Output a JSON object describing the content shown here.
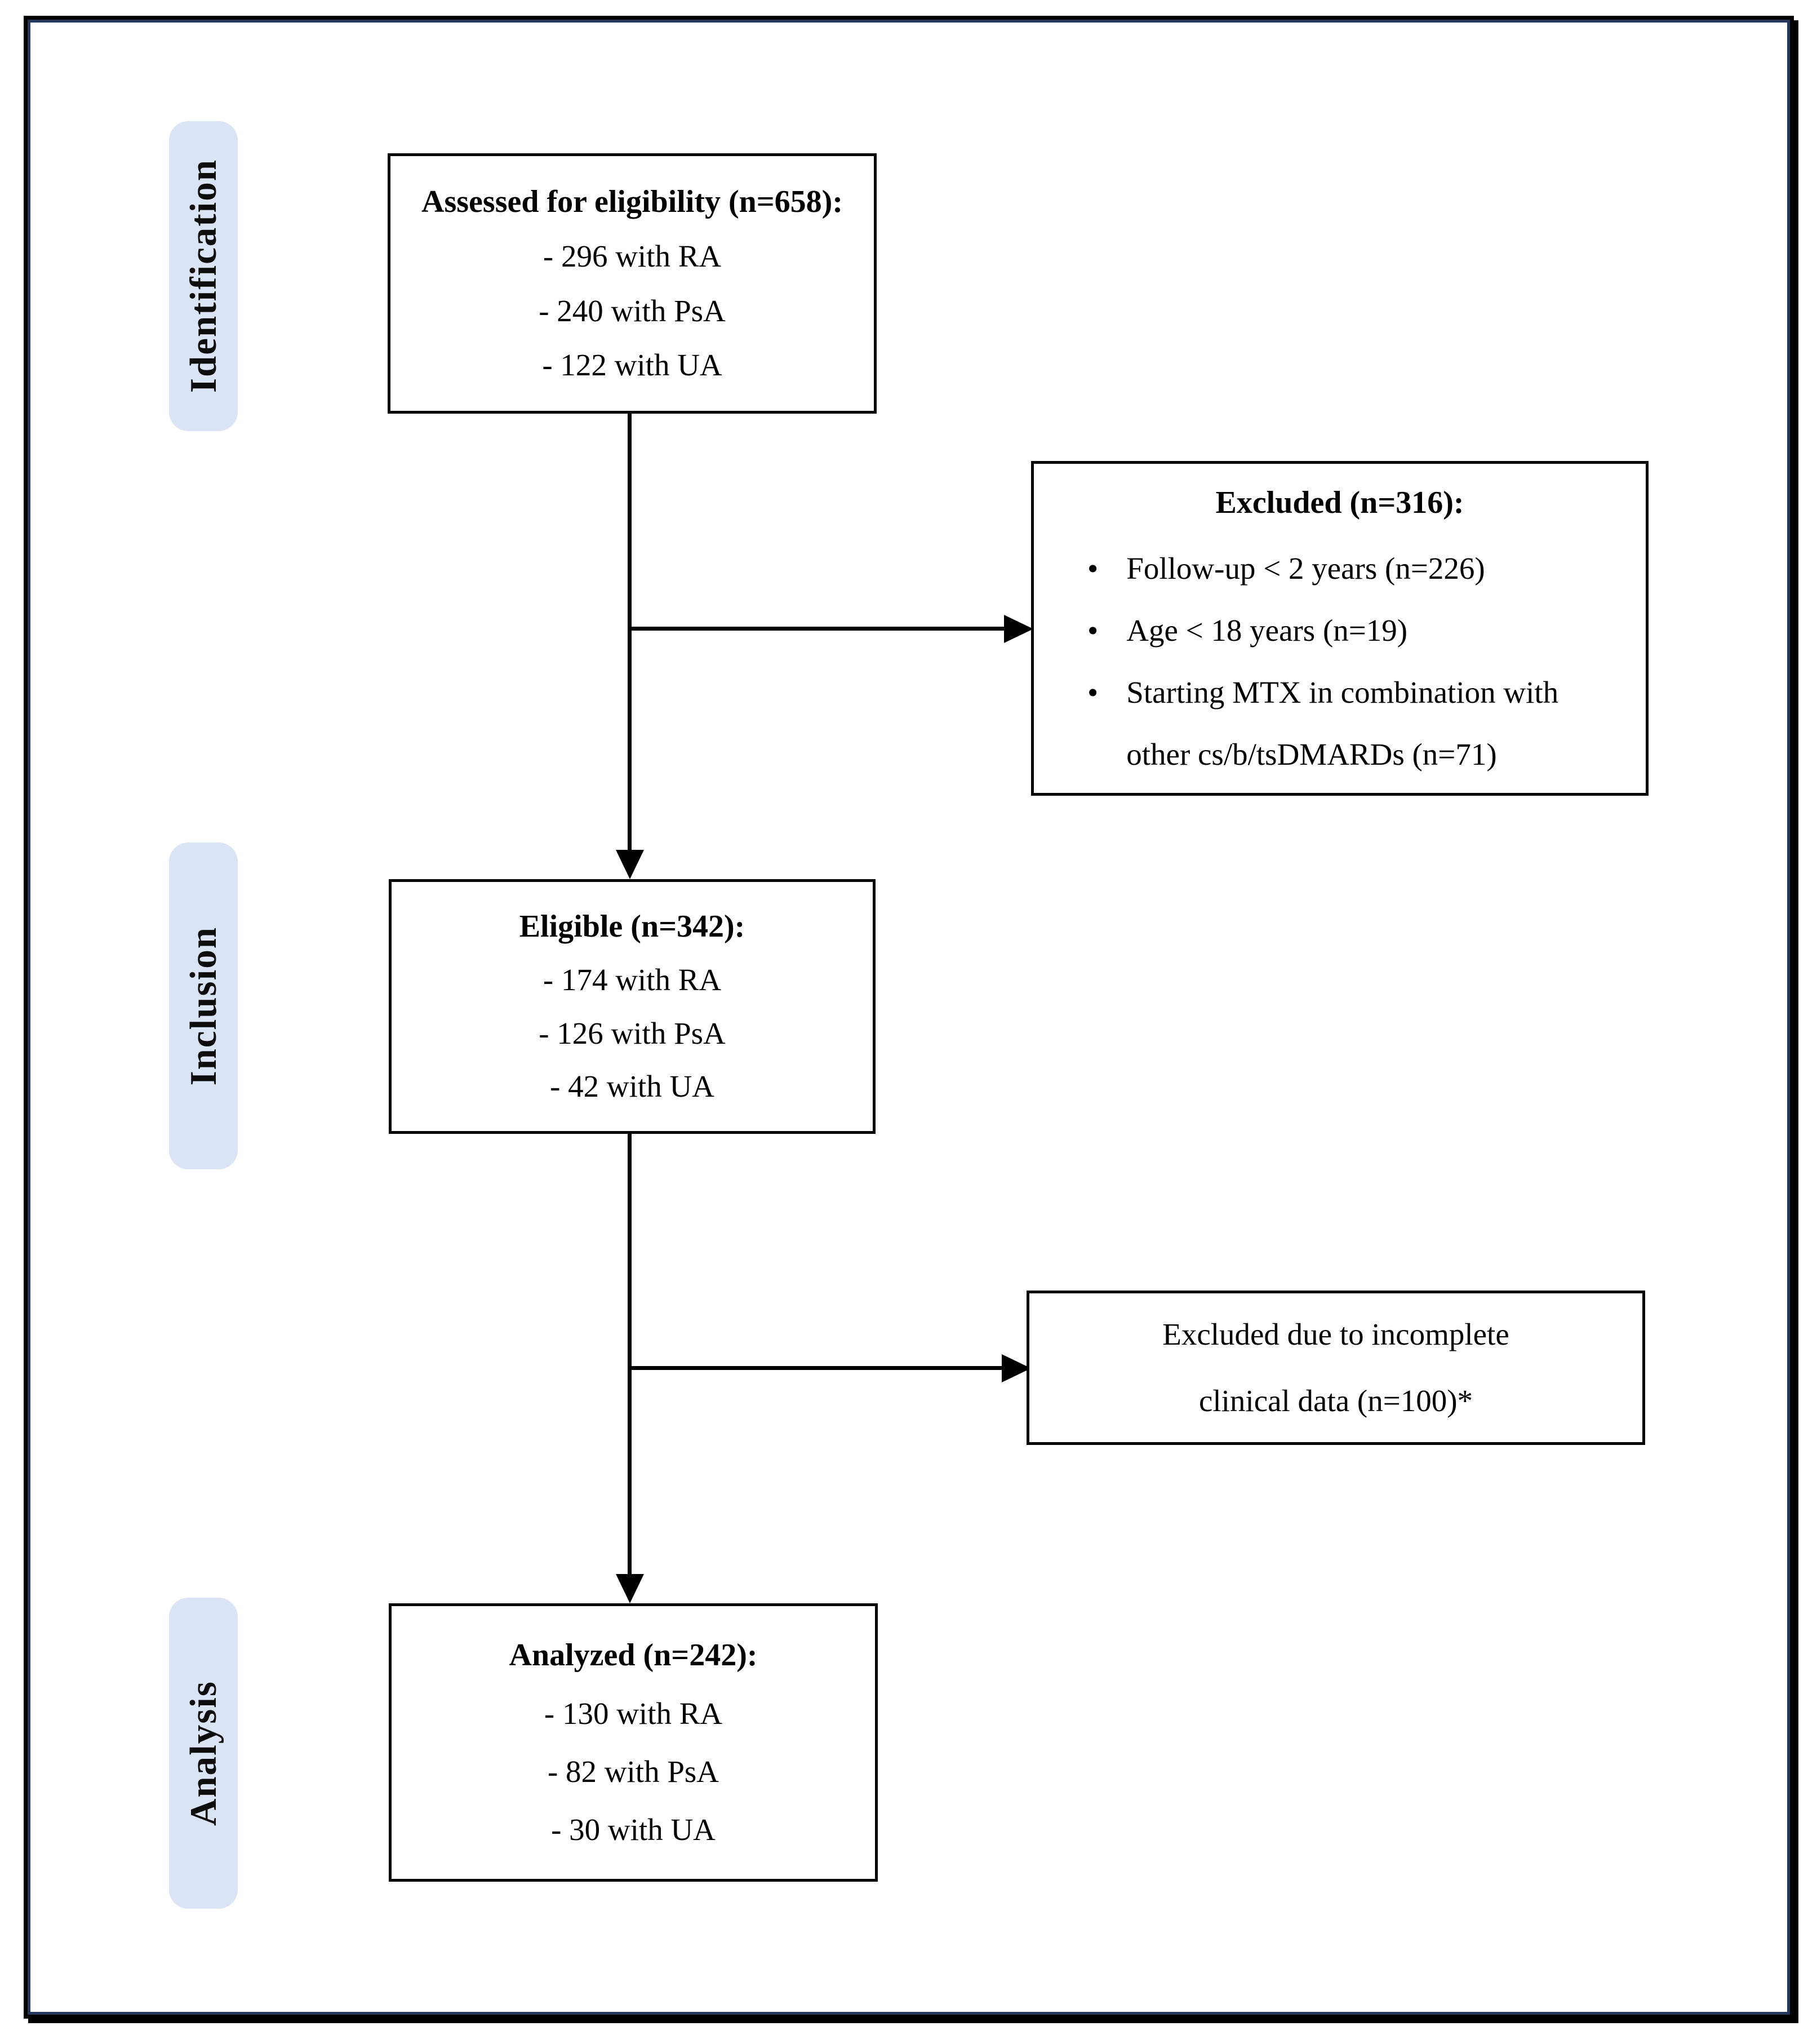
{
  "stages": {
    "identification": "Identification",
    "inclusion": "Inclusion",
    "analysis": "Analysis"
  },
  "glyphs": {
    "bullet": "•"
  },
  "boxes": {
    "assessed": {
      "title": "Assessed for eligibility (n=658):",
      "items": [
        "- 296 with RA",
        "- 240 with PsA",
        "- 122 with UA"
      ]
    },
    "excluded_initial": {
      "title": "Excluded (n=316):",
      "bullets": [
        "Follow-up < 2 years (n=226)",
        "Age < 18 years (n=19)",
        "Starting MTX in combination with other cs/b/tsDMARDs (n=71)"
      ]
    },
    "eligible": {
      "title": "Eligible (n=342):",
      "items": [
        "- 174 with RA",
        "- 126 with PsA",
        "- 42 with UA"
      ]
    },
    "excluded_analysis": {
      "line1": "Excluded due to incomplete",
      "line2": "clinical data (n=100)*"
    },
    "analyzed": {
      "title": "Analyzed (n=242):",
      "items": [
        "- 130 with RA",
        "- 82 with PsA",
        "- 30 with UA"
      ]
    }
  },
  "colors": {
    "background": "#ffffff",
    "stage_band_bg": "#dbe4f4",
    "frame_outer": "#000000",
    "frame_inner_line": "#24385c",
    "box_border": "#000000",
    "text": "#000000"
  }
}
